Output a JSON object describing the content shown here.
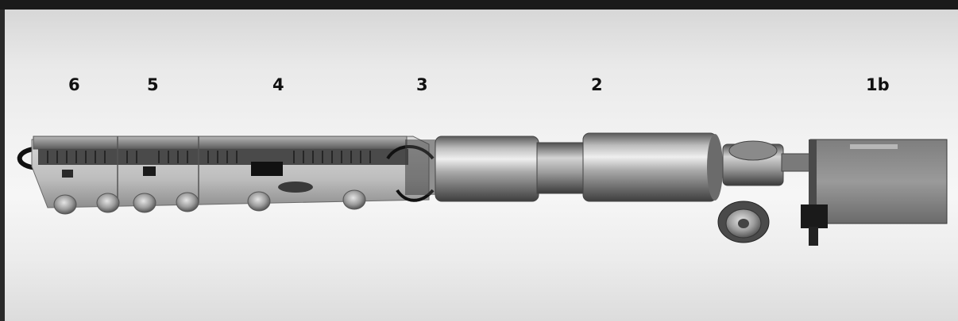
{
  "labels": {
    "l6": "6",
    "l5": "5",
    "l4": "4",
    "l3": "3",
    "l2": "2",
    "l1b": "1b"
  }
}
